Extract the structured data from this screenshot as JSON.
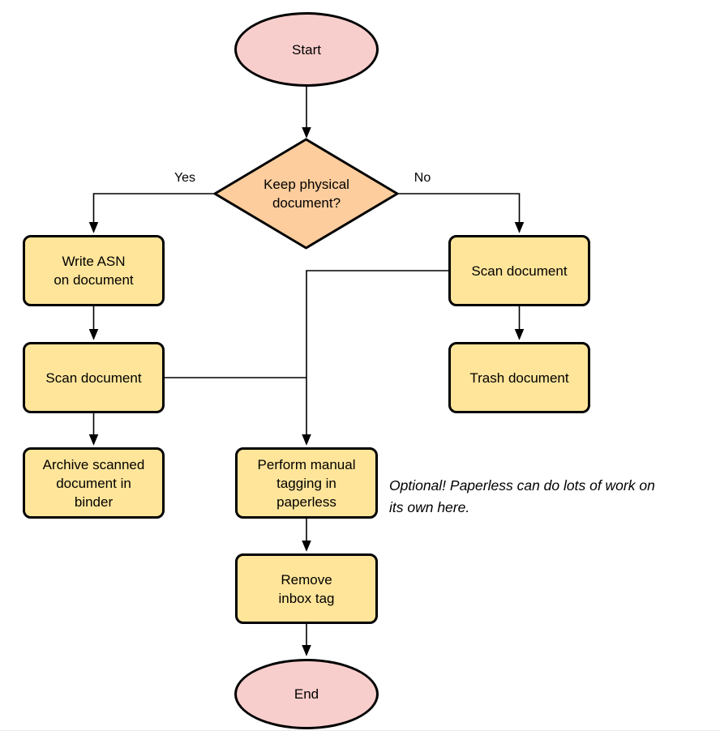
{
  "colors": {
    "background": "#ffffff",
    "terminal_fill": "#f8cecc",
    "decision_fill": "#fdcd9d",
    "process_fill": "#ffe59a",
    "stroke": "#000000",
    "divider": "#e9ecf0"
  },
  "nodes": {
    "start": {
      "label": "Start",
      "shape": "ellipse"
    },
    "decision": {
      "label": "Keep physical\ndocument?",
      "shape": "diamond"
    },
    "write_asn": {
      "label": "Write ASN\non document",
      "shape": "rounded-rect"
    },
    "scan_left": {
      "label": "Scan document",
      "shape": "rounded-rect"
    },
    "archive": {
      "label": "Archive scanned\ndocument in\nbinder",
      "shape": "rounded-rect"
    },
    "scan_right": {
      "label": "Scan document",
      "shape": "rounded-rect"
    },
    "trash": {
      "label": "Trash document",
      "shape": "rounded-rect"
    },
    "tagging": {
      "label": "Perform manual\ntagging in\npaperless",
      "shape": "rounded-rect"
    },
    "remove_inbox": {
      "label": "Remove\ninbox tag",
      "shape": "rounded-rect"
    },
    "end": {
      "label": "End",
      "shape": "ellipse"
    }
  },
  "edge_labels": {
    "yes": "Yes",
    "no": "No"
  },
  "note": {
    "text": "Optional! Paperless can do lots of work on\nits own here."
  }
}
